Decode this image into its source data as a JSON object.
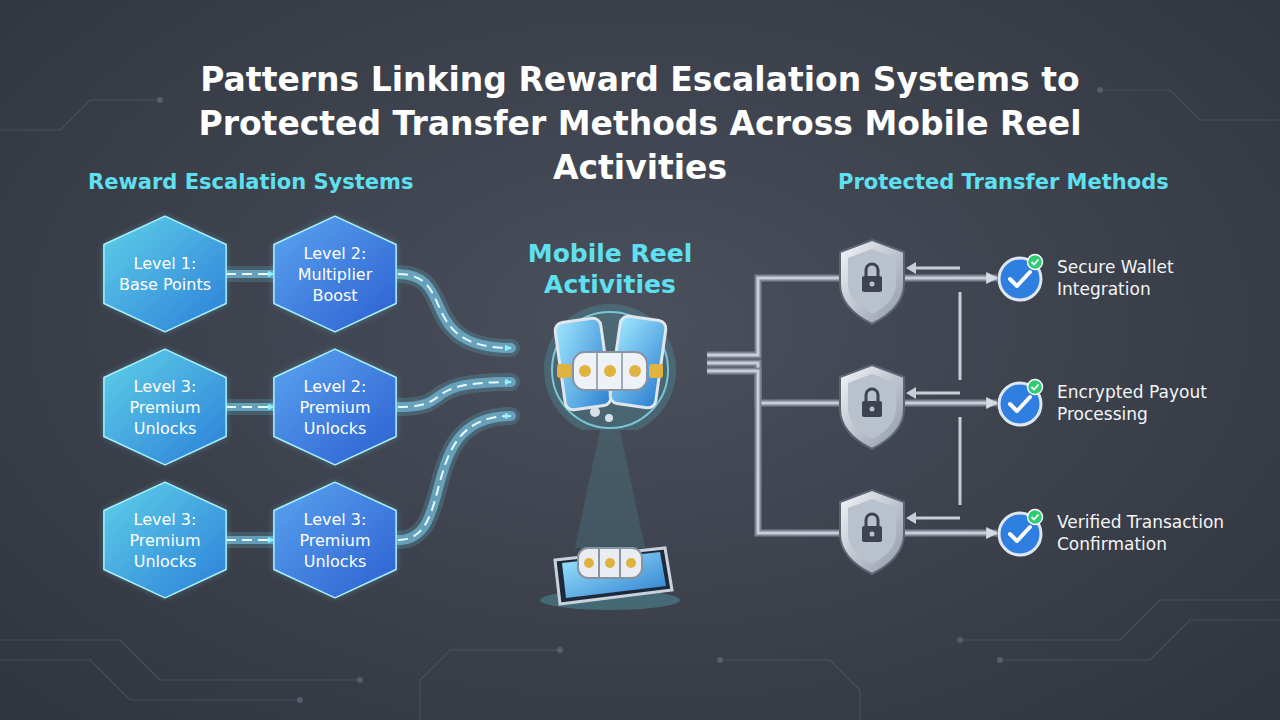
{
  "diagram": {
    "title": "Patterns Linking Reward Escalation Systems to Protected Transfer Methods Across Mobile Reel Activities",
    "nodes": [
      {
        "text": [
          "Level 1: Base Points"
        ]
      },
      {
        "text": [
          "Level 2: Multiplier Boost"
        ]
      },
      {
        "text": [
          "Level 3: Premium Unlocks"
        ]
      },
      {
        "text": [
          "Level 2: Premium Unlocks"
        ]
      },
      {
        "text": [
          "Level 3: Premium Unlocks"
        ]
      },
      {
        "text": [
          "Level 3: Premium Unlocks"
        ]
      },
      {
        "text": [
          "Mobile Reel Activities"
        ]
      },
      {
        "text": [
          "Secure Wallet Integration"
        ]
      },
      {
        "text": [
          "Encrypted Payout Processing"
        ]
      },
      {
        "text": [
          "Verified Transaction Confirmation"
        ]
      }
    ],
    "edges": [
      {
        "from": 0,
        "to": 1,
        "arrow": "to"
      },
      {
        "from": 2,
        "to": 3,
        "arrow": "to"
      },
      {
        "from": 4,
        "to": 5,
        "arrow": "to"
      },
      {
        "from": 1,
        "to": 6,
        "arrow": "to"
      },
      {
        "from": 3,
        "to": 6,
        "arrow": "to"
      },
      {
        "from": 5,
        "to": 6,
        "arrow": "to"
      },
      {
        "from": 6,
        "to": 7,
        "arrow": "to"
      },
      {
        "from": 6,
        "to": 8,
        "arrow": "to"
      },
      {
        "from": 6,
        "to": 9,
        "arrow": "to"
      }
    ],
    "labels": [
      "Reward Escalation Systems",
      "Protected Transfer Methods"
    ]
  }
}
